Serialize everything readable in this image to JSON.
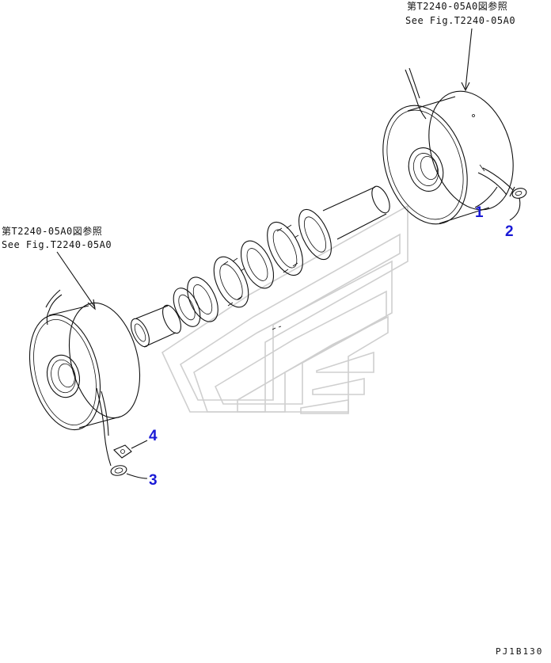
{
  "references": {
    "top_right": {
      "jp": "第T2240-05A0図参照",
      "en": "See Fig.T2240-05A0"
    },
    "left": {
      "jp": "第T2240-05A0図参照",
      "en": "See Fig.T2240-05A0"
    }
  },
  "callouts": [
    {
      "label": "1"
    },
    {
      "label": "2"
    },
    {
      "label": "3"
    },
    {
      "label": "4"
    }
  ],
  "drawing_code": "PJ1B130",
  "colors": {
    "callout": "#1a1ad6",
    "line": "#111111",
    "watermark": "#cfcfcf"
  }
}
